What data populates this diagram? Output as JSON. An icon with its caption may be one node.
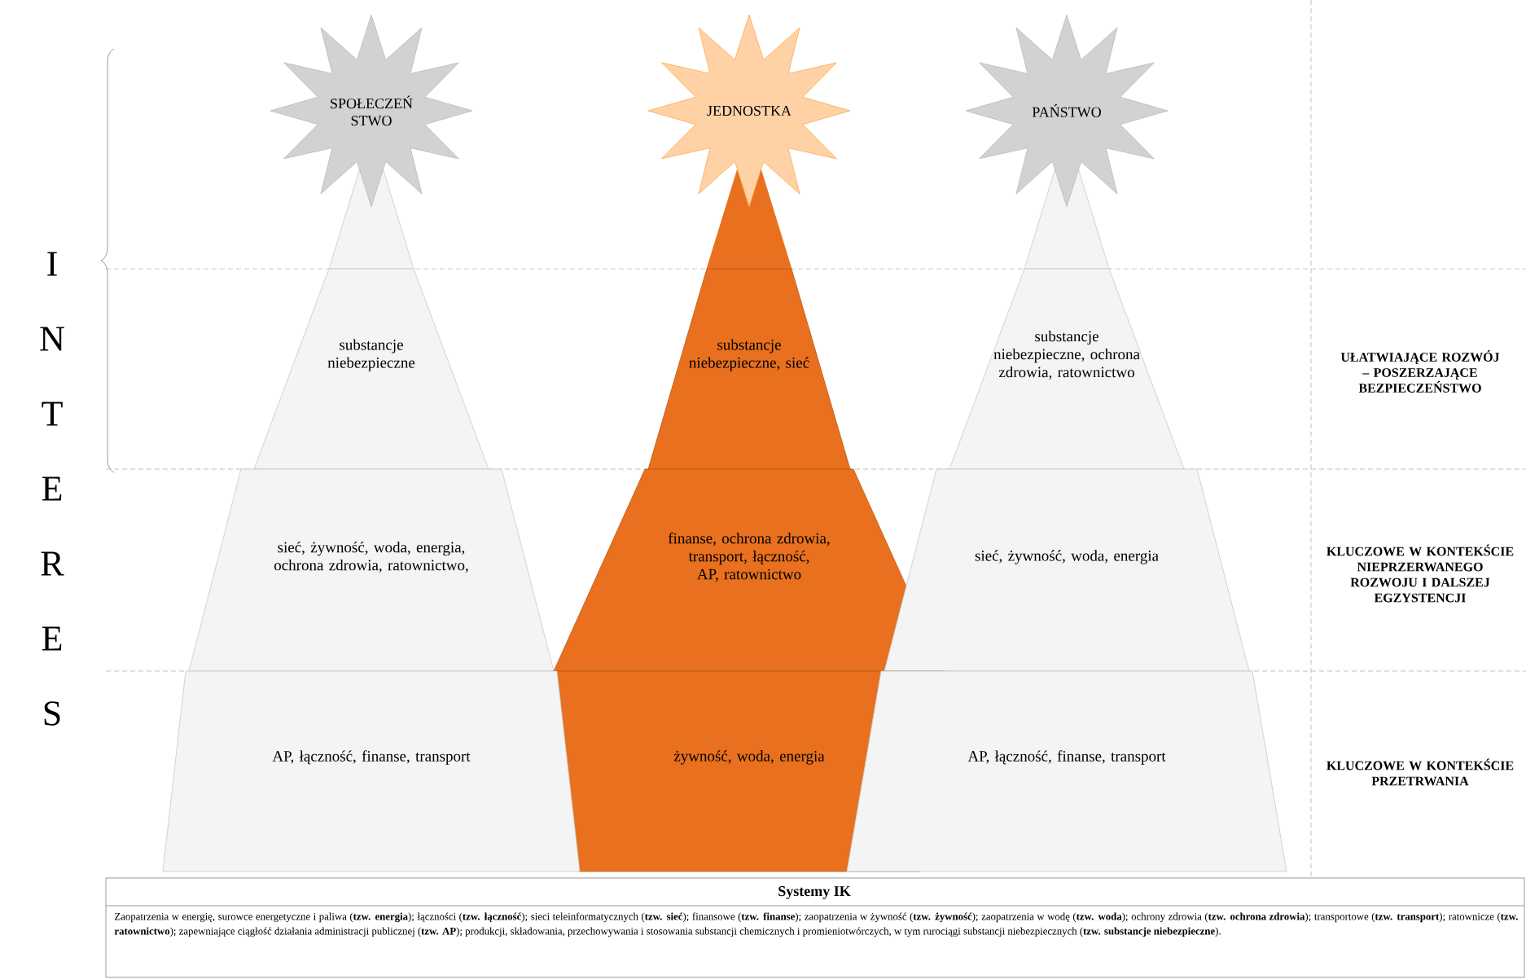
{
  "diagram": {
    "nodes": [
      {
        "text": [
          "SPOŁECZEŃ STWO"
        ]
      },
      {
        "text": [
          "JEDNOSTKA"
        ]
      },
      {
        "text": [
          "PAŃSTWO"
        ]
      },
      {
        "text": [
          "substancje niebezpieczne"
        ]
      },
      {
        "text": [
          "substancje niebezpieczne, sieć"
        ]
      },
      {
        "text": [
          "substancje niebezpieczne, ochrona zdrowia, ratownictwo"
        ]
      },
      {
        "text": [
          "sieć, żywność, woda, energia, ochrona zdrowia, ratownictwo,"
        ]
      },
      {
        "text": [
          "finanse, ochrona zdrowia, transport, łączność, AP, ratownictwo"
        ]
      },
      {
        "text": [
          "sieć, żywność, woda, energia"
        ]
      },
      {
        "text": [
          "AP, łączność, finanse, transport"
        ]
      },
      {
        "text": [
          "żywność, woda, energia"
        ]
      },
      {
        "text": [
          "AP, łączność, finanse, transport"
        ]
      }
    ],
    "edges": [],
    "labels": [
      "I",
      "N",
      "T",
      "E",
      "R",
      "E",
      "S",
      "UŁATWIAJĄCE ROZWÓJ – POSZERZAJĄCE BEZPIECZEŃSTWO",
      "KLUCZOWE W KONTEKŚCIE NIEPRZERWANEGO ROZWOJU I DALSZEJ EGZYSTENCJI",
      "KLUCZOWE W KONTEKŚCIE PRZETRWANIA",
      "Systemy IK",
      "Zaopatrzenia w energię, surowce energetyczne i paliwa (**tzw. energia**); łączności (**tzw. łączność**); sieci teleinformatycznych (**tzw. sieć**); finansowe (**tzw. finanse**); zaopatrzenia w żywność (**tzw. żywność**); zaopatrzenia w wodę (**tzw. woda**); ochrony zdrowia (**tzw. ochrona zdrowia**); transportowe (**tzw. transport**); ratownicze (**tzw. ratownictwo**); zapewniające ciągłość działania administracji publicznej (**tzw. AP**); produkcji, składowania, przechowywania i stosowania substancji chemicznych i promieniotwórczych, w tym rurociągi substancji niebezpiecznych (**tzw. substancje niebezpieczne**)."
    ]
  }
}
